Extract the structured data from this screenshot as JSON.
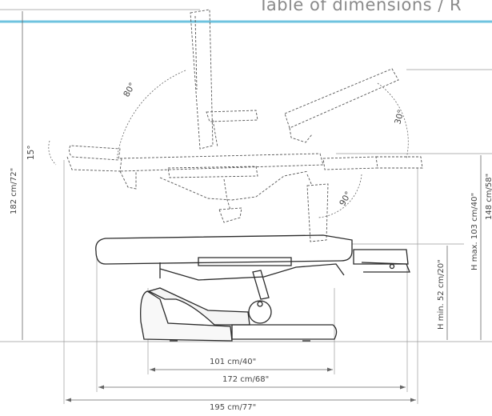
{
  "title": "Table of dimensions / R",
  "colors": {
    "accent_line": "#6fc3df",
    "outline": "#2a2a2a",
    "dashed": "#555555",
    "guide": "#9a9a9a"
  },
  "dimensions": {
    "total_height": "182 cm/72\"",
    "h_max": "H max. 103 cm/40\"",
    "h_min": "H min. 52 cm/20\"",
    "leg_height": "148 cm/58\"",
    "base_width": "101 cm/40\"",
    "mid_width": "172 cm/68\"",
    "total_length": "195 cm/77\""
  },
  "angles": {
    "back": "80°",
    "head": "15°",
    "leg_up": "30°",
    "leg_down": "90°"
  }
}
